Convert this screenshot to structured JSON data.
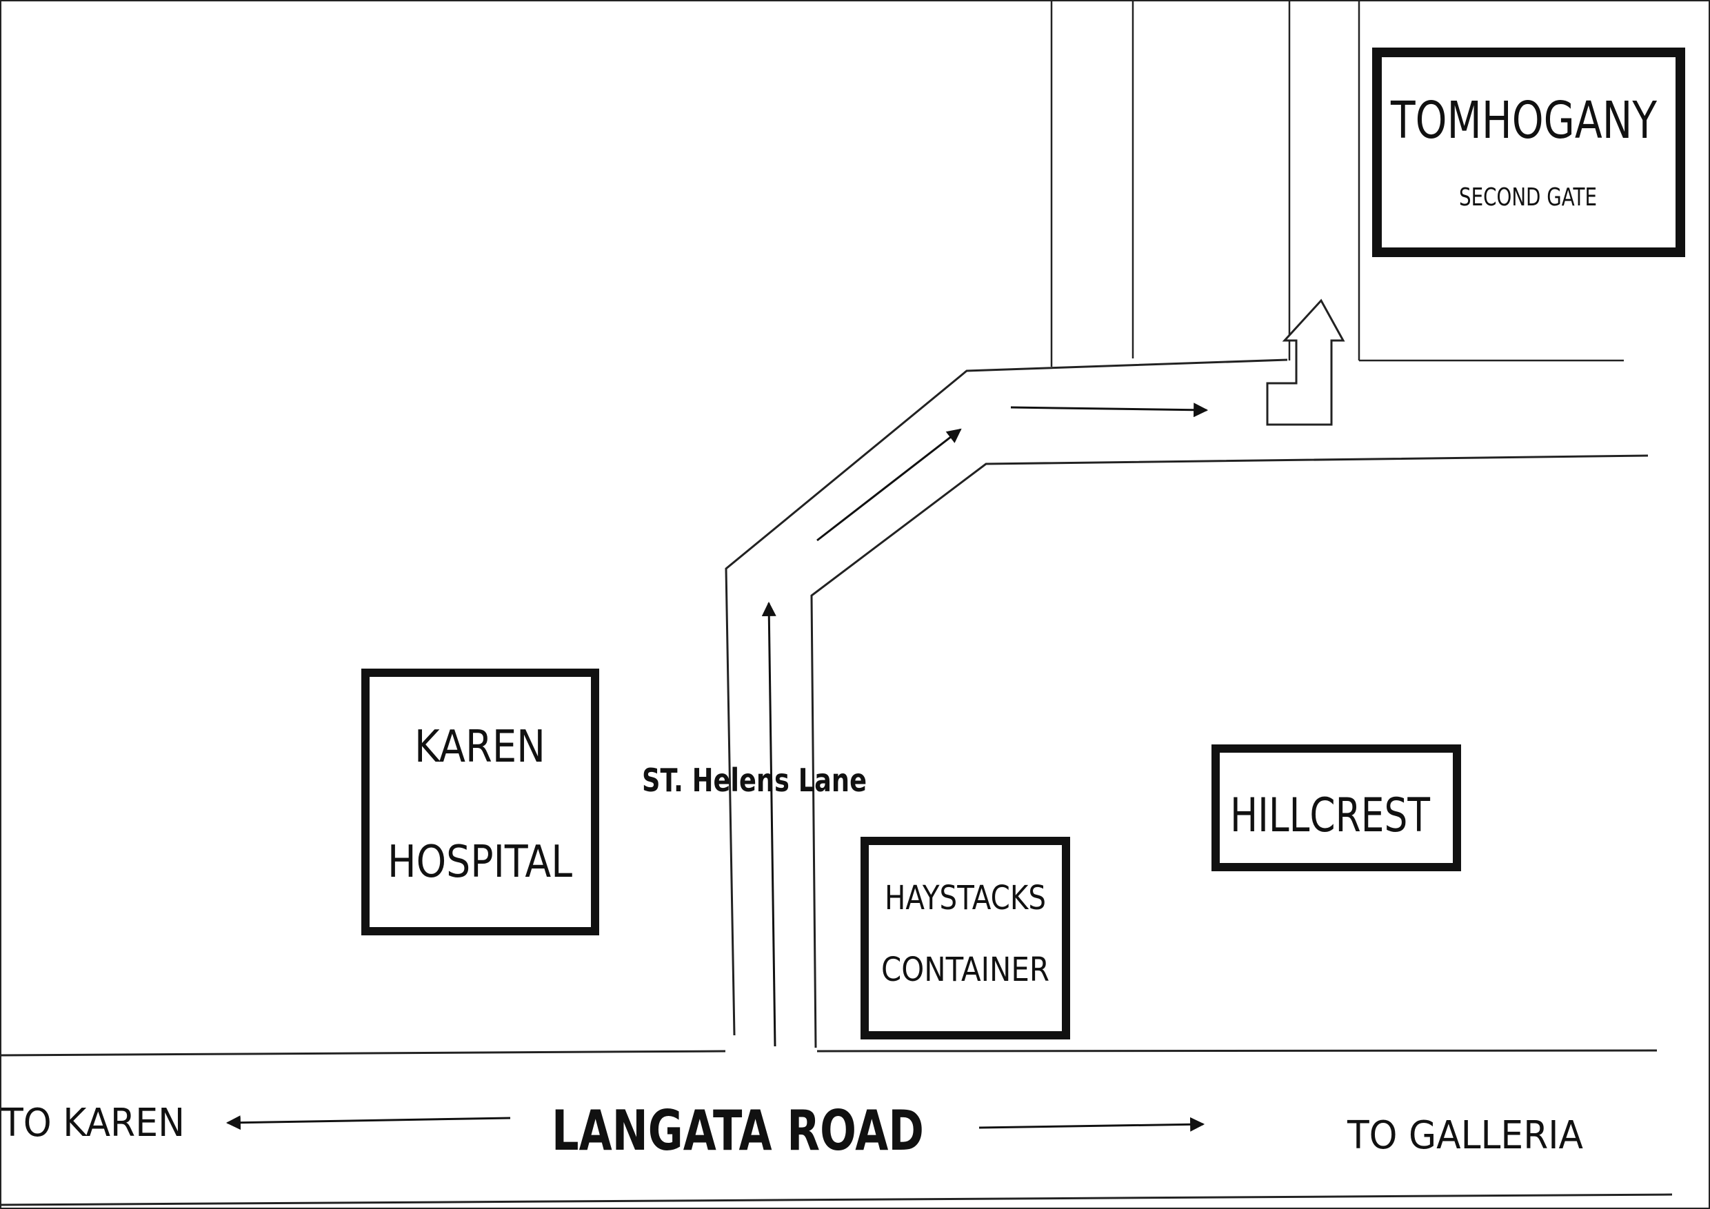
{
  "map": {
    "colors": {
      "ink": "#111111",
      "background": "#ffffff"
    },
    "roads": {
      "main": "LANGATA ROAD",
      "lane": "ST. Helens Lane"
    },
    "directions": {
      "left": "TO KAREN",
      "right": "TO GALLERIA"
    },
    "landmarks": {
      "karen_hospital": {
        "line1": "KAREN",
        "line2": "HOSPITAL"
      },
      "haystacks": {
        "line1": "HAYSTACKS",
        "line2": "CONTAINER"
      },
      "hillcrest": {
        "line1": "HILLCREST"
      },
      "tomhogany": {
        "line1": "TOMHOGANY",
        "line2": "SECOND GATE"
      }
    },
    "icons": [
      "arrow-left-icon",
      "arrow-right-icon",
      "arrow-up-icon",
      "turn-arrow-icon"
    ]
  }
}
